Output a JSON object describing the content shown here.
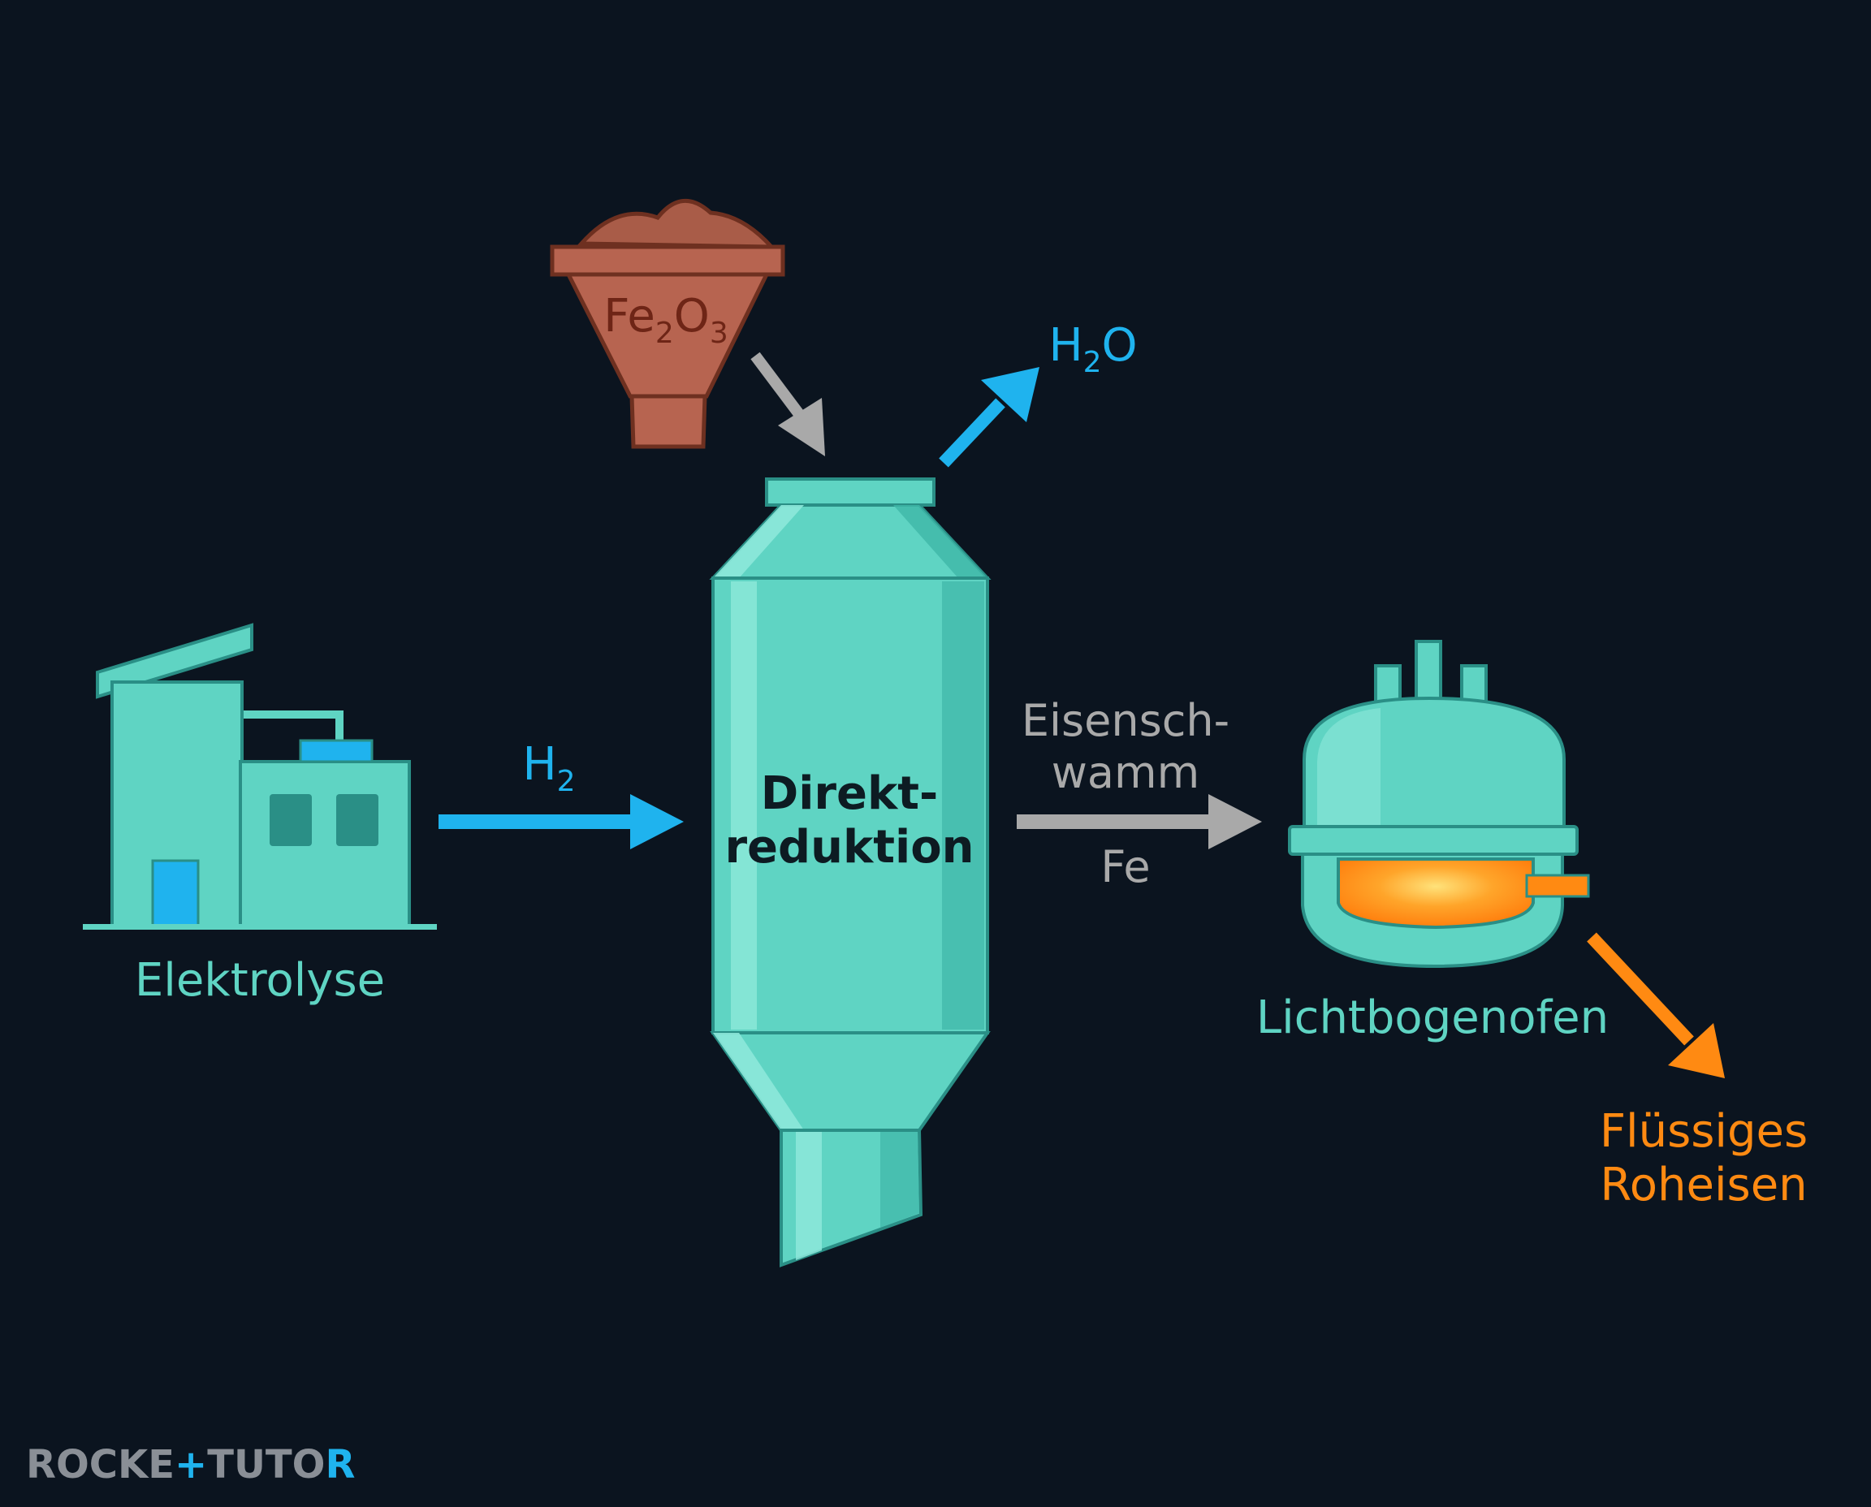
{
  "labels": {
    "electrolysis": "Elektrolyse",
    "reactor_line1": "Direkt-",
    "reactor_line2": "reduktion",
    "furnace": "Lichtbogenofen",
    "product_line1": "Flüssiges",
    "product_line2": "Roheisen",
    "sponge_line1": "Eisensch-",
    "sponge_line2": "wamm",
    "iron_symbol": "Fe"
  },
  "formulas": {
    "hydrogen": {
      "base": "H",
      "sub": "2"
    },
    "water": {
      "base1": "H",
      "sub": "2",
      "base2": "O"
    },
    "iron_oxide": {
      "base1": "Fe",
      "sub1": "2",
      "base2": "O",
      "sub2": "3"
    }
  },
  "brand": {
    "part1": "ROCKE",
    "part2": "+",
    "part3": "TUTO",
    "part4": "R"
  },
  "colors": {
    "background": "#0b141f",
    "teal": "#5fd4c3",
    "blue": "#1fb3ee",
    "gray": "#a9a9a9",
    "orange": "#ff8a12",
    "ore": "#b76450"
  }
}
